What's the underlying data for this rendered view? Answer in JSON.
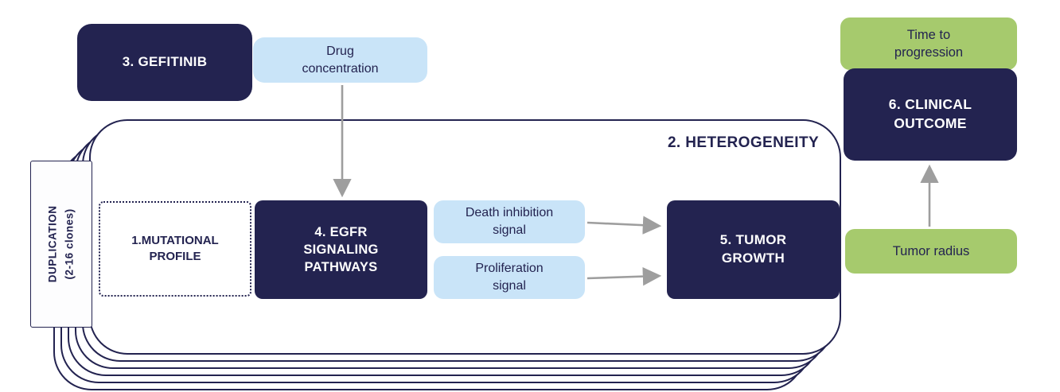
{
  "diagram": {
    "title": "EGFR gefitinib tumor model schematic",
    "nodes": {
      "gefitinib": {
        "label": "3. GEFITINIB"
      },
      "drug_concentration": {
        "label": "Drug\nconcentration"
      },
      "heterogeneity": {
        "label": "2. HETEROGENEITY"
      },
      "duplication": {
        "label": "DUPLICATION\n(2-16 clones)"
      },
      "mutational_profile": {
        "label": "1.MUTATIONAL\nPROFILE"
      },
      "egfr_signaling": {
        "label": "4. EGFR\nSIGNALING\nPATHWAYS"
      },
      "death_inhibition": {
        "label": "Death inhibition\nsignal"
      },
      "proliferation": {
        "label": "Proliferation\nsignal"
      },
      "tumor_growth": {
        "label": "5. TUMOR\nGROWTH"
      },
      "tumor_radius": {
        "label": "Tumor radius"
      },
      "clinical_outcome": {
        "label": "6. CLINICAL\nOUTCOME"
      },
      "time_to_progression": {
        "label": "Time to\nprogression"
      }
    },
    "edges": [
      {
        "from": "drug_concentration",
        "to": "egfr_signaling"
      },
      {
        "from": "death_inhibition",
        "to": "tumor_growth"
      },
      {
        "from": "proliferation",
        "to": "tumor_growth"
      },
      {
        "from": "tumor_radius",
        "to": "clinical_outcome"
      }
    ],
    "colors": {
      "navy": "#232350",
      "light_blue": "#c9e4f8",
      "green": "#a6ca6d",
      "arrow_gray": "#9e9e9e",
      "background": "#ffffff"
    }
  }
}
